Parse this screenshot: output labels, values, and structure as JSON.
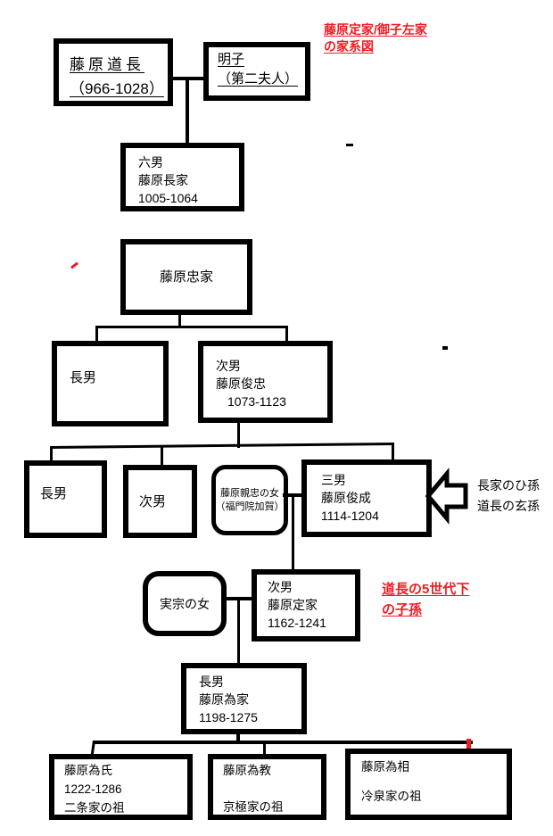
{
  "diagram": {
    "title": {
      "line1": "藤原定家/御子左家",
      "line2": "の家系図"
    },
    "annotations": {
      "descendant_note": {
        "line1": "道長の5世代下",
        "line2": "の子孫"
      },
      "arrow_note": {
        "line1": "長家のひ孫",
        "line2": "道長の玄孫"
      }
    },
    "nodes": {
      "michinaga": {
        "line1": "藤原道長",
        "line2": "（966-1028）"
      },
      "meishi": {
        "line1": "明子",
        "line2": "（第二夫人）"
      },
      "nagaie": {
        "line1": "六男",
        "line2": "藤原長家",
        "line3": "1005-1064"
      },
      "tadaie": {
        "line1": "藤原忠家"
      },
      "chonan_row3": {
        "line1": "長男"
      },
      "toshitada": {
        "line1": "次男",
        "line2": "藤原俊忠",
        "line3": "1073-1123"
      },
      "chonan_row4": {
        "line1": "長男"
      },
      "jinan_row4": {
        "line1": "次男"
      },
      "kaga": {
        "line1": "藤原親忠の女",
        "line2": "（福門院加賀）"
      },
      "toshinari": {
        "line1": "三男",
        "line2": "藤原俊成",
        "line3": "1114-1204"
      },
      "sanemune": {
        "line1": "実宗の女"
      },
      "teika": {
        "line1": "次男",
        "line2": "藤原定家",
        "line3": "1162-1241"
      },
      "tameie": {
        "line1": "長男",
        "line2": "藤原為家",
        "line3": "1198-1275"
      },
      "tameuji": {
        "line1": "藤原為氏",
        "line2": "1222-1286",
        "line3": "二条家の祖"
      },
      "tamenori": {
        "line1": "藤原為教",
        "line3": "京極家の祖"
      },
      "tamesuke": {
        "line1": "藤原為相",
        "line3": "冷泉家の祖"
      }
    },
    "colors": {
      "ink": "#000000",
      "accent_red": "#ed1c24",
      "background": "#ffffff"
    }
  }
}
